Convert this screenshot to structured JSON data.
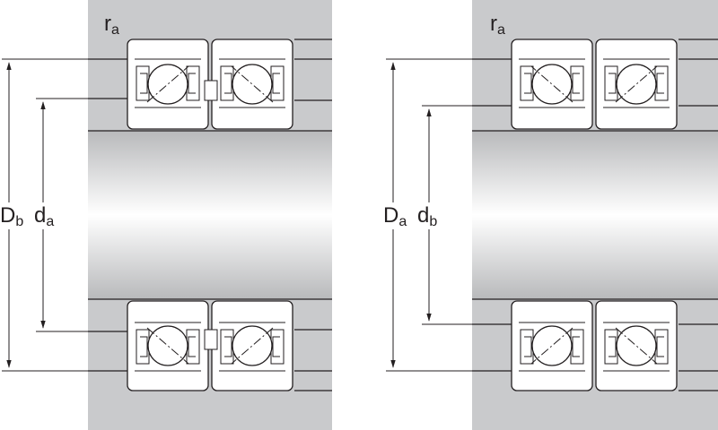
{
  "left_diagram": {
    "fillet_label": {
      "symbol": "r",
      "subscript": "a"
    },
    "outer_dim_label": {
      "symbol": "D",
      "subscript": "b"
    },
    "inner_dim_label": {
      "symbol": "d",
      "subscript": "a"
    }
  },
  "right_diagram": {
    "fillet_label": {
      "symbol": "r",
      "subscript": "a"
    },
    "outer_dim_label": {
      "symbol": "D",
      "subscript": "a"
    },
    "inner_dim_label": {
      "symbol": "d",
      "subscript": "b"
    }
  },
  "colors": {
    "housing": "#c9cacc",
    "line": "#231f20",
    "bearing": "#ffffff"
  }
}
